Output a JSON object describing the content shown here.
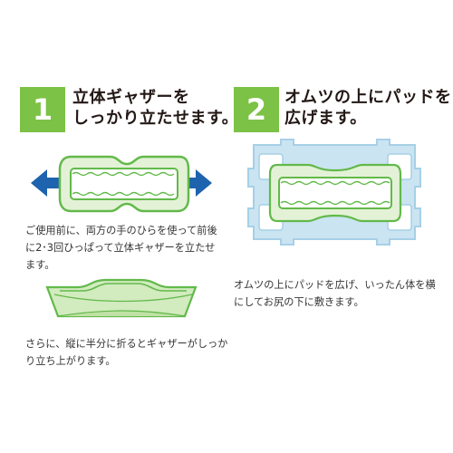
{
  "colors": {
    "green": "#7cc246",
    "pad_green": "#62b94a",
    "pad_light": "#e3f2d6",
    "arrow_blue": "#1e63ae",
    "diaper_blue": "#cbe4f1",
    "diaper_outline": "#a6d0e6"
  },
  "step1": {
    "number": "1",
    "title_lines": [
      "立体ギャザーを",
      "しっかり立たせます。"
    ],
    "desc1_lines": [
      "ご使用前に、両方の手のひらを使って前後",
      "に2･3回ひっぱって立体ギャザーを立たせ",
      "ます。"
    ],
    "desc2_lines": [
      "さらに、縦に半分に折るとギャザーがしっか",
      "り立ち上がります。"
    ]
  },
  "step2": {
    "number": "2",
    "title_lines": [
      "オムツの上にパッドを",
      "広げます。"
    ],
    "desc_lines": [
      "オムツの上にパッドを広げ、いったん体を横",
      "にしてお尻の下に敷きます。"
    ]
  },
  "icons": [
    "arrow-left-icon",
    "arrow-right-icon",
    "pad-stretched-illustration",
    "pad-folded-illustration",
    "diaper-with-pad-illustration"
  ]
}
